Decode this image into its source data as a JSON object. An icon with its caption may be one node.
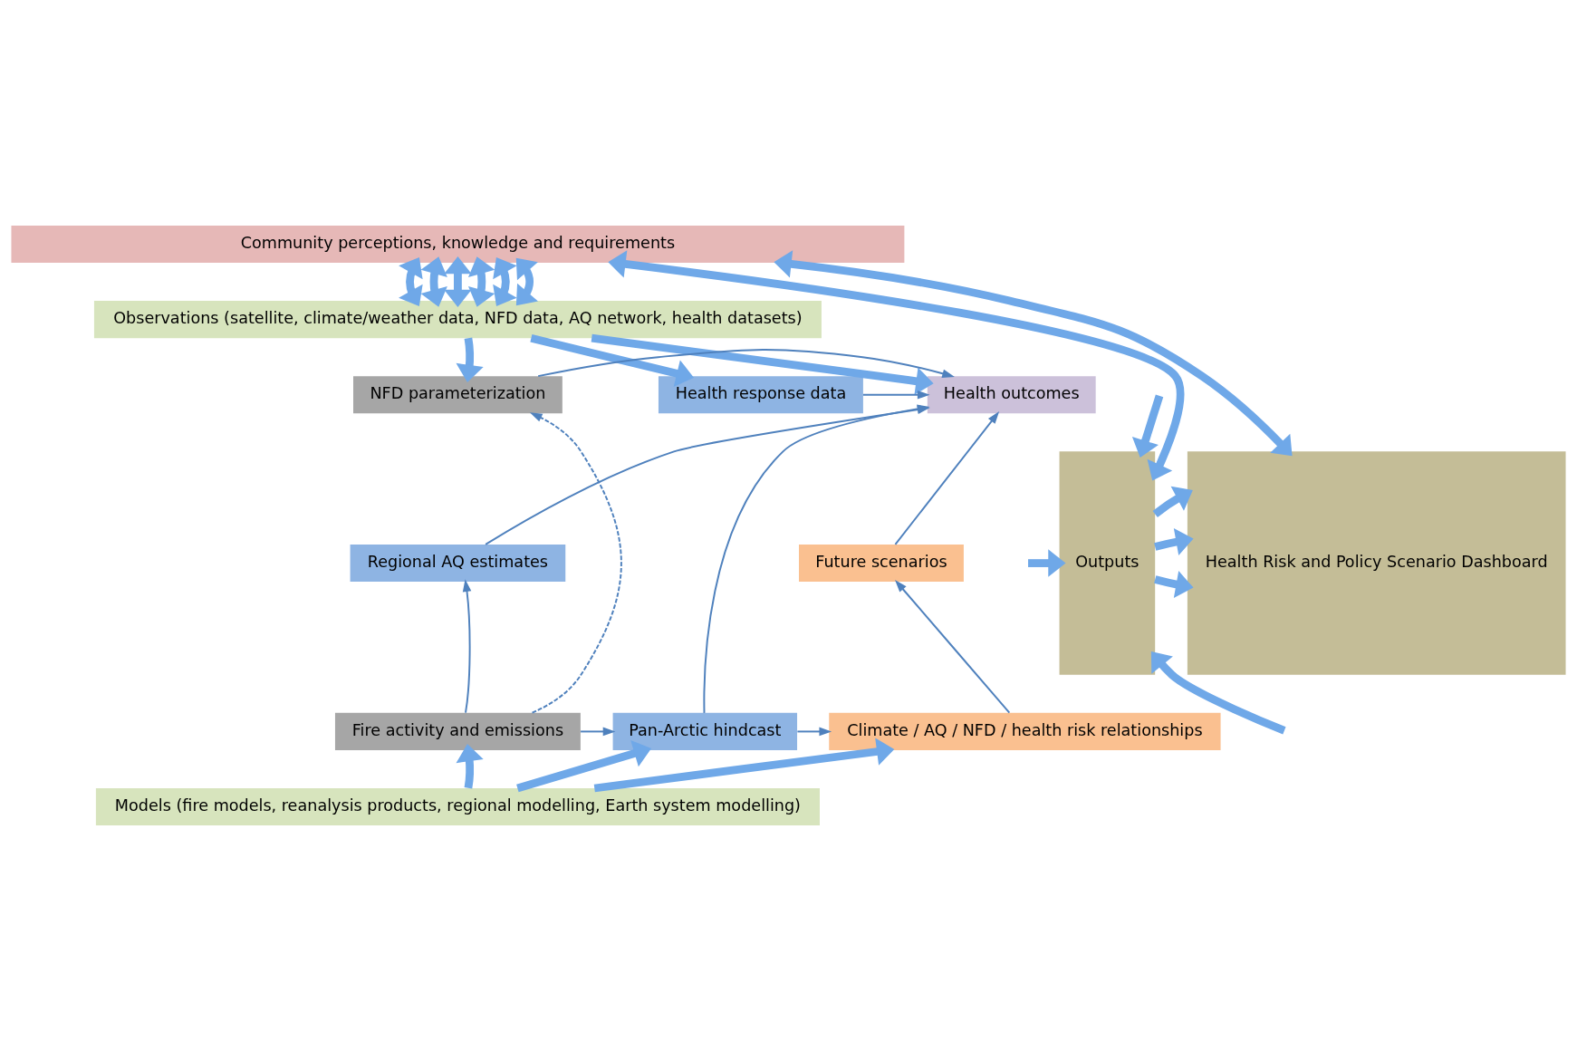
{
  "diagram": {
    "nodes": [
      {
        "text": [
          "Community perceptions, knowledge and requirements"
        ]
      },
      {
        "text": [
          "Observations (satellite, climate/weather data, NFD data, AQ network, health datasets)"
        ]
      },
      {
        "text": [
          "NFD parameterization"
        ]
      },
      {
        "text": [
          "Health response data"
        ]
      },
      {
        "text": [
          "Regional AQ estimates"
        ]
      },
      {
        "text": [
          "Pan-Arctic hindcast"
        ]
      },
      {
        "text": [
          "Health outcomes"
        ]
      },
      {
        "text": [
          "Future scenarios"
        ]
      },
      {
        "text": [
          "Fire activity and emissions"
        ]
      },
      {
        "text": [
          "Climate / AQ / NFD / health risk relationships"
        ]
      },
      {
        "text": [
          "Models (fire models, reanalysis products, regional modelling, Earth system modelling)"
        ]
      },
      {
        "text": [
          "Outputs"
        ]
      },
      {
        "text": [
          "Health Risk and Policy Scenario Dashboard"
        ]
      }
    ],
    "edges": [
      {
        "from": 0,
        "to": 1,
        "arrow": "both"
      },
      {
        "from": 0,
        "to": 1,
        "arrow": "both"
      },
      {
        "from": 0,
        "to": 1,
        "arrow": "both"
      },
      {
        "from": 0,
        "to": 1,
        "arrow": "both"
      },
      {
        "from": 0,
        "to": 1,
        "arrow": "both"
      },
      {
        "from": 0,
        "to": 1,
        "arrow": "both"
      },
      {
        "from": 0,
        "to": 11,
        "arrow": "both"
      },
      {
        "from": 0,
        "to": 12,
        "arrow": "both"
      },
      {
        "from": 1,
        "to": 2,
        "arrow": "to"
      },
      {
        "from": 1,
        "to": 3,
        "arrow": "to"
      },
      {
        "from": 1,
        "to": 6,
        "arrow": "to"
      },
      {
        "from": 2,
        "to": 6,
        "arrow": "to",
        "color": "#4f81bd"
      },
      {
        "from": 3,
        "to": 6,
        "arrow": "to",
        "color": "#4f81bd"
      },
      {
        "from": 4,
        "to": 6,
        "arrow": "to",
        "color": "#4f81bd"
      },
      {
        "from": 5,
        "to": 6,
        "arrow": "to",
        "color": "#4f81bd"
      },
      {
        "from": 7,
        "to": 6,
        "arrow": "to",
        "color": "#4f81bd"
      },
      {
        "from": 8,
        "to": 2,
        "arrow": "to",
        "style": "dashed",
        "color": "#4f81bd"
      },
      {
        "from": 8,
        "to": 4,
        "arrow": "to",
        "color": "#4f81bd"
      },
      {
        "from": 8,
        "to": 5,
        "arrow": "to",
        "color": "#4f81bd"
      },
      {
        "from": 5,
        "to": 9,
        "arrow": "to",
        "color": "#4f81bd"
      },
      {
        "from": 9,
        "to": 7,
        "arrow": "to",
        "color": "#4f81bd"
      },
      {
        "from": 10,
        "to": 8,
        "arrow": "to"
      },
      {
        "from": 10,
        "to": 5,
        "arrow": "to"
      },
      {
        "from": 10,
        "to": 9,
        "arrow": "to"
      },
      {
        "from": null,
        "to": 11,
        "arrow": "to"
      },
      {
        "from": null,
        "to": 11,
        "arrow": "to"
      },
      {
        "from": null,
        "to": 11,
        "arrow": "to"
      },
      {
        "from": 11,
        "to": 12,
        "arrow": "to"
      },
      {
        "from": 11,
        "to": 12,
        "arrow": "to"
      },
      {
        "from": 11,
        "to": 12,
        "arrow": "to"
      }
    ]
  }
}
